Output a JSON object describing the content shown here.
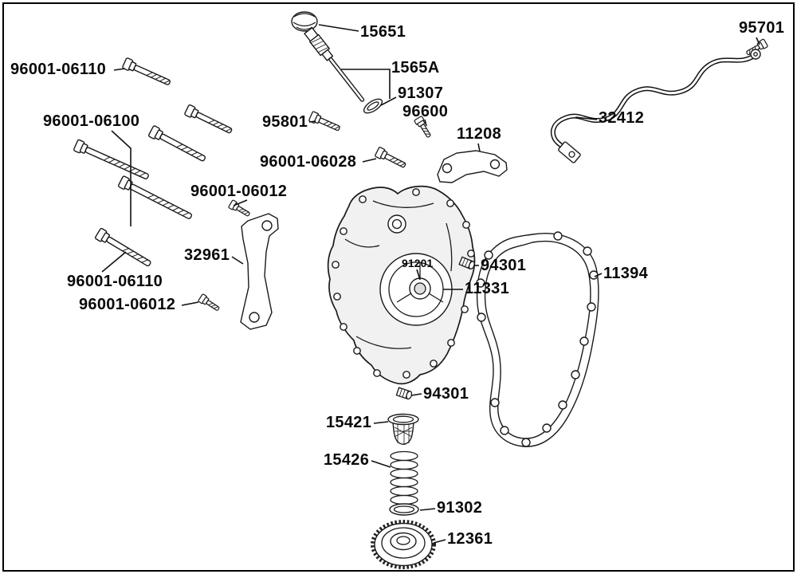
{
  "style": {
    "ink": "#0a0a0a",
    "paper": "#ffffff"
  },
  "labels": {
    "l15651": "15651",
    "l95701": "95701",
    "l96001_06110_a": "96001-06110",
    "l1565A": "1565A",
    "l91307": "91307",
    "l96600": "96600",
    "l95801": "95801",
    "l32412": "32412",
    "l96001_06100": "96001-06100",
    "l11208": "11208",
    "l96001_06028": "96001-06028",
    "l96001_06012_a": "96001-06012",
    "l32961": "32961",
    "l91201": "91201",
    "l94301_a": "94301",
    "l11331": "11331",
    "l11394": "11394",
    "l96001_06110_b": "96001-06110",
    "l96001_06012_b": "96001-06012",
    "l94301_b": "94301",
    "l15421": "15421",
    "l15426": "15426",
    "l91302": "91302",
    "l12361": "12361"
  }
}
